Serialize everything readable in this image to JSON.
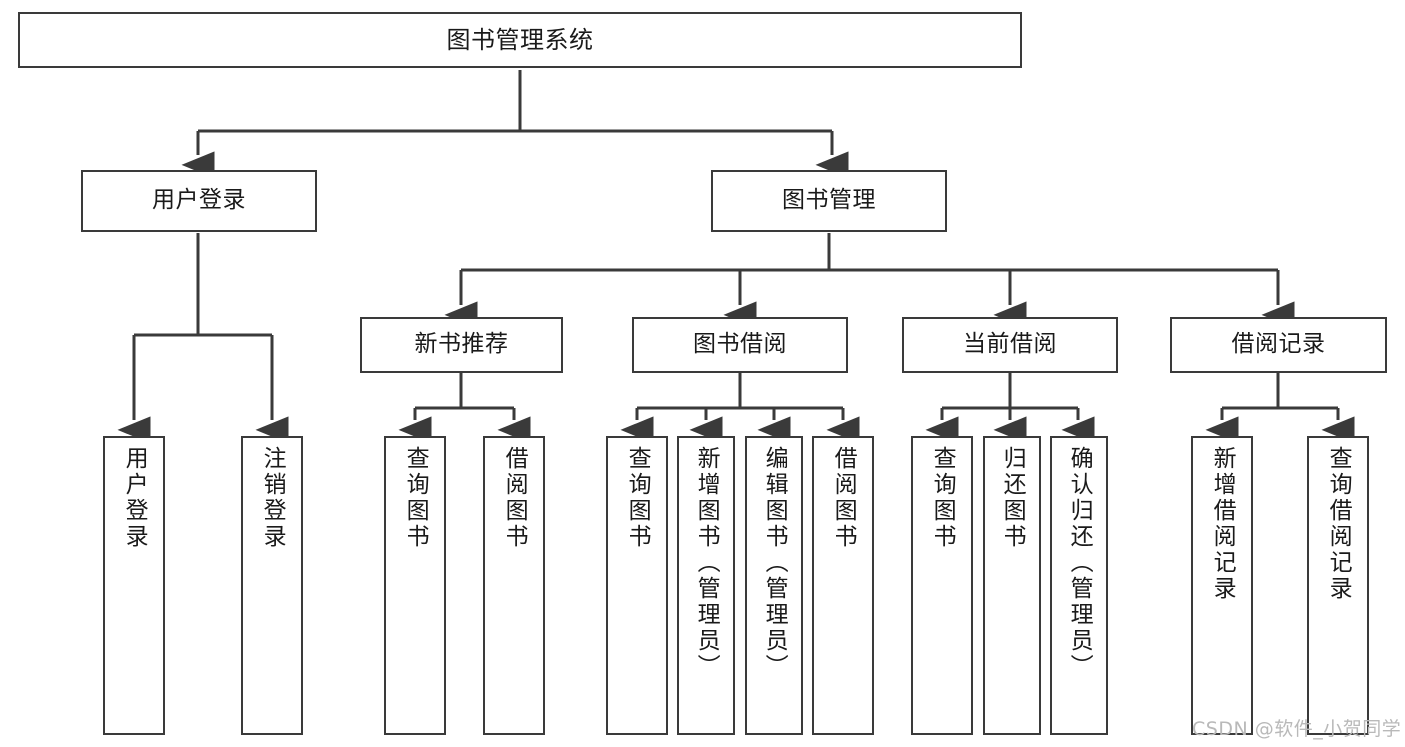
{
  "diagram": {
    "title": "图书管理系统",
    "type": "tree-hierarchy-diagram",
    "colors": {
      "stroke": "#3a3a3a",
      "fill": "#ffffff",
      "text": "#1a1a1a",
      "watermark": "#b9b9b9"
    },
    "root": {
      "label": "图书管理系统"
    },
    "level1": [
      {
        "label": "用户登录"
      },
      {
        "label": "图书管理"
      }
    ],
    "level2": [
      {
        "label": "新书推荐"
      },
      {
        "label": "图书借阅"
      },
      {
        "label": "当前借阅"
      },
      {
        "label": "借阅记录"
      }
    ],
    "leaves": {
      "user_login": [
        {
          "label": "用户登录"
        },
        {
          "label": "注销登录"
        }
      ],
      "new_book_recommend": [
        {
          "label": "查询图书"
        },
        {
          "label": "借阅图书"
        }
      ],
      "book_borrow": [
        {
          "label": "查询图书"
        },
        {
          "label": "新增图书（管理员）"
        },
        {
          "label": "编辑图书（管理员）"
        },
        {
          "label": "借阅图书"
        }
      ],
      "current_borrow": [
        {
          "label": "查询图书"
        },
        {
          "label": "归还图书"
        },
        {
          "label": "确认归还（管理员）"
        }
      ],
      "borrow_record": [
        {
          "label": "新增借阅记录"
        },
        {
          "label": "查询借阅记录"
        }
      ]
    }
  },
  "watermark": {
    "text": "CSDN @软件_小贺同学"
  }
}
